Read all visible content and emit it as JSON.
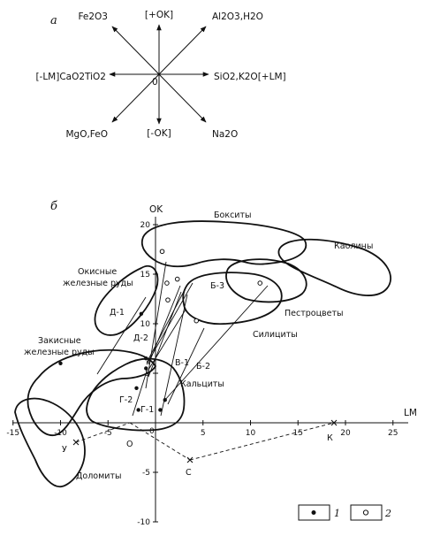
{
  "panel_a": {
    "letter": "а",
    "center": "0",
    "labels": {
      "n": "[+OK]",
      "ne": "Al2O3,H2O",
      "e": "SiO2,K2O[+LM]",
      "se": "Na2O",
      "s": "[-OK]",
      "sw": "MgO,FeO",
      "w": "[-LM]CaO2TiO2",
      "nw": "Fe2O3"
    }
  },
  "panel_b": {
    "letter": "б",
    "axis_y_label": "OK",
    "axis_x_label": "LM",
    "origin_label": "0",
    "fields": {
      "bauxites": "Бокситы",
      "kaolins": "Каолины",
      "oxide_ores_1": "Окисные",
      "oxide_ores_2": "железные руды",
      "variegated": "Пестроцветы",
      "silicites": "Силициты",
      "ferrous_ores_1": "Закисные",
      "ferrous_ores_2": "железные руды",
      "calcites": "Кальциты",
      "dolomites": "Доломиты"
    },
    "points": {
      "d1": "Д-1",
      "d2": "Д-2",
      "b3": "Б-3",
      "b2": "Б-2",
      "v1": "В-1",
      "g2": "Г-2",
      "g1": "Г-1",
      "u": "У",
      "o": "О",
      "c": "С",
      "k": "К"
    },
    "legend": {
      "filled": "1",
      "open": "2"
    }
  },
  "chart_data": {
    "type": "scatter",
    "xlabel": "LM",
    "ylabel": "OK",
    "xlim": [
      -15,
      25
    ],
    "ylim": [
      -10,
      20
    ],
    "x_ticks": [
      -15,
      -10,
      -5,
      0,
      5,
      10,
      15,
      20,
      25
    ],
    "y_ticks": [
      -10,
      -5,
      0,
      5,
      10,
      15,
      20
    ],
    "x_tick_labels": [
      "-15",
      "-10",
      "-5",
      "0",
      "5",
      "10",
      "15",
      "20",
      "25"
    ],
    "y_tick_labels": [
      "-10",
      "-5",
      "0",
      "5",
      "10",
      "15",
      "20"
    ],
    "reference_points": [
      {
        "name": "У",
        "x": -10.5,
        "y": -1.3
      },
      {
        "name": "О",
        "x": -2.5,
        "y": 0
      },
      {
        "name": "С",
        "x": 3,
        "y": -3.8
      },
      {
        "name": "К",
        "x": 18,
        "y": 0
      }
    ],
    "points": [
      {
        "x": -10,
        "y": 6,
        "kind": "filled"
      },
      {
        "x": -1.5,
        "y": 11,
        "kind": "filled"
      },
      {
        "x": -1,
        "y": 6.5,
        "kind": "filled"
      },
      {
        "x": -1,
        "y": 5.5,
        "kind": "filled"
      },
      {
        "x": -2,
        "y": 3.5,
        "kind": "filled"
      },
      {
        "x": -1.8,
        "y": 1.3,
        "kind": "filled"
      },
      {
        "x": 1,
        "y": 2.3,
        "kind": "filled"
      },
      {
        "x": 0.5,
        "y": 1.3,
        "kind": "filled"
      },
      {
        "x": 0.7,
        "y": 17.3,
        "kind": "open"
      },
      {
        "x": 2.3,
        "y": 14.5,
        "kind": "open"
      },
      {
        "x": 1.2,
        "y": 14.1,
        "kind": "open"
      },
      {
        "x": 1.3,
        "y": 12.4,
        "kind": "open"
      },
      {
        "x": 4.3,
        "y": 10.3,
        "kind": "open"
      },
      {
        "x": 11,
        "y": 14.1,
        "kind": "open"
      }
    ]
  }
}
